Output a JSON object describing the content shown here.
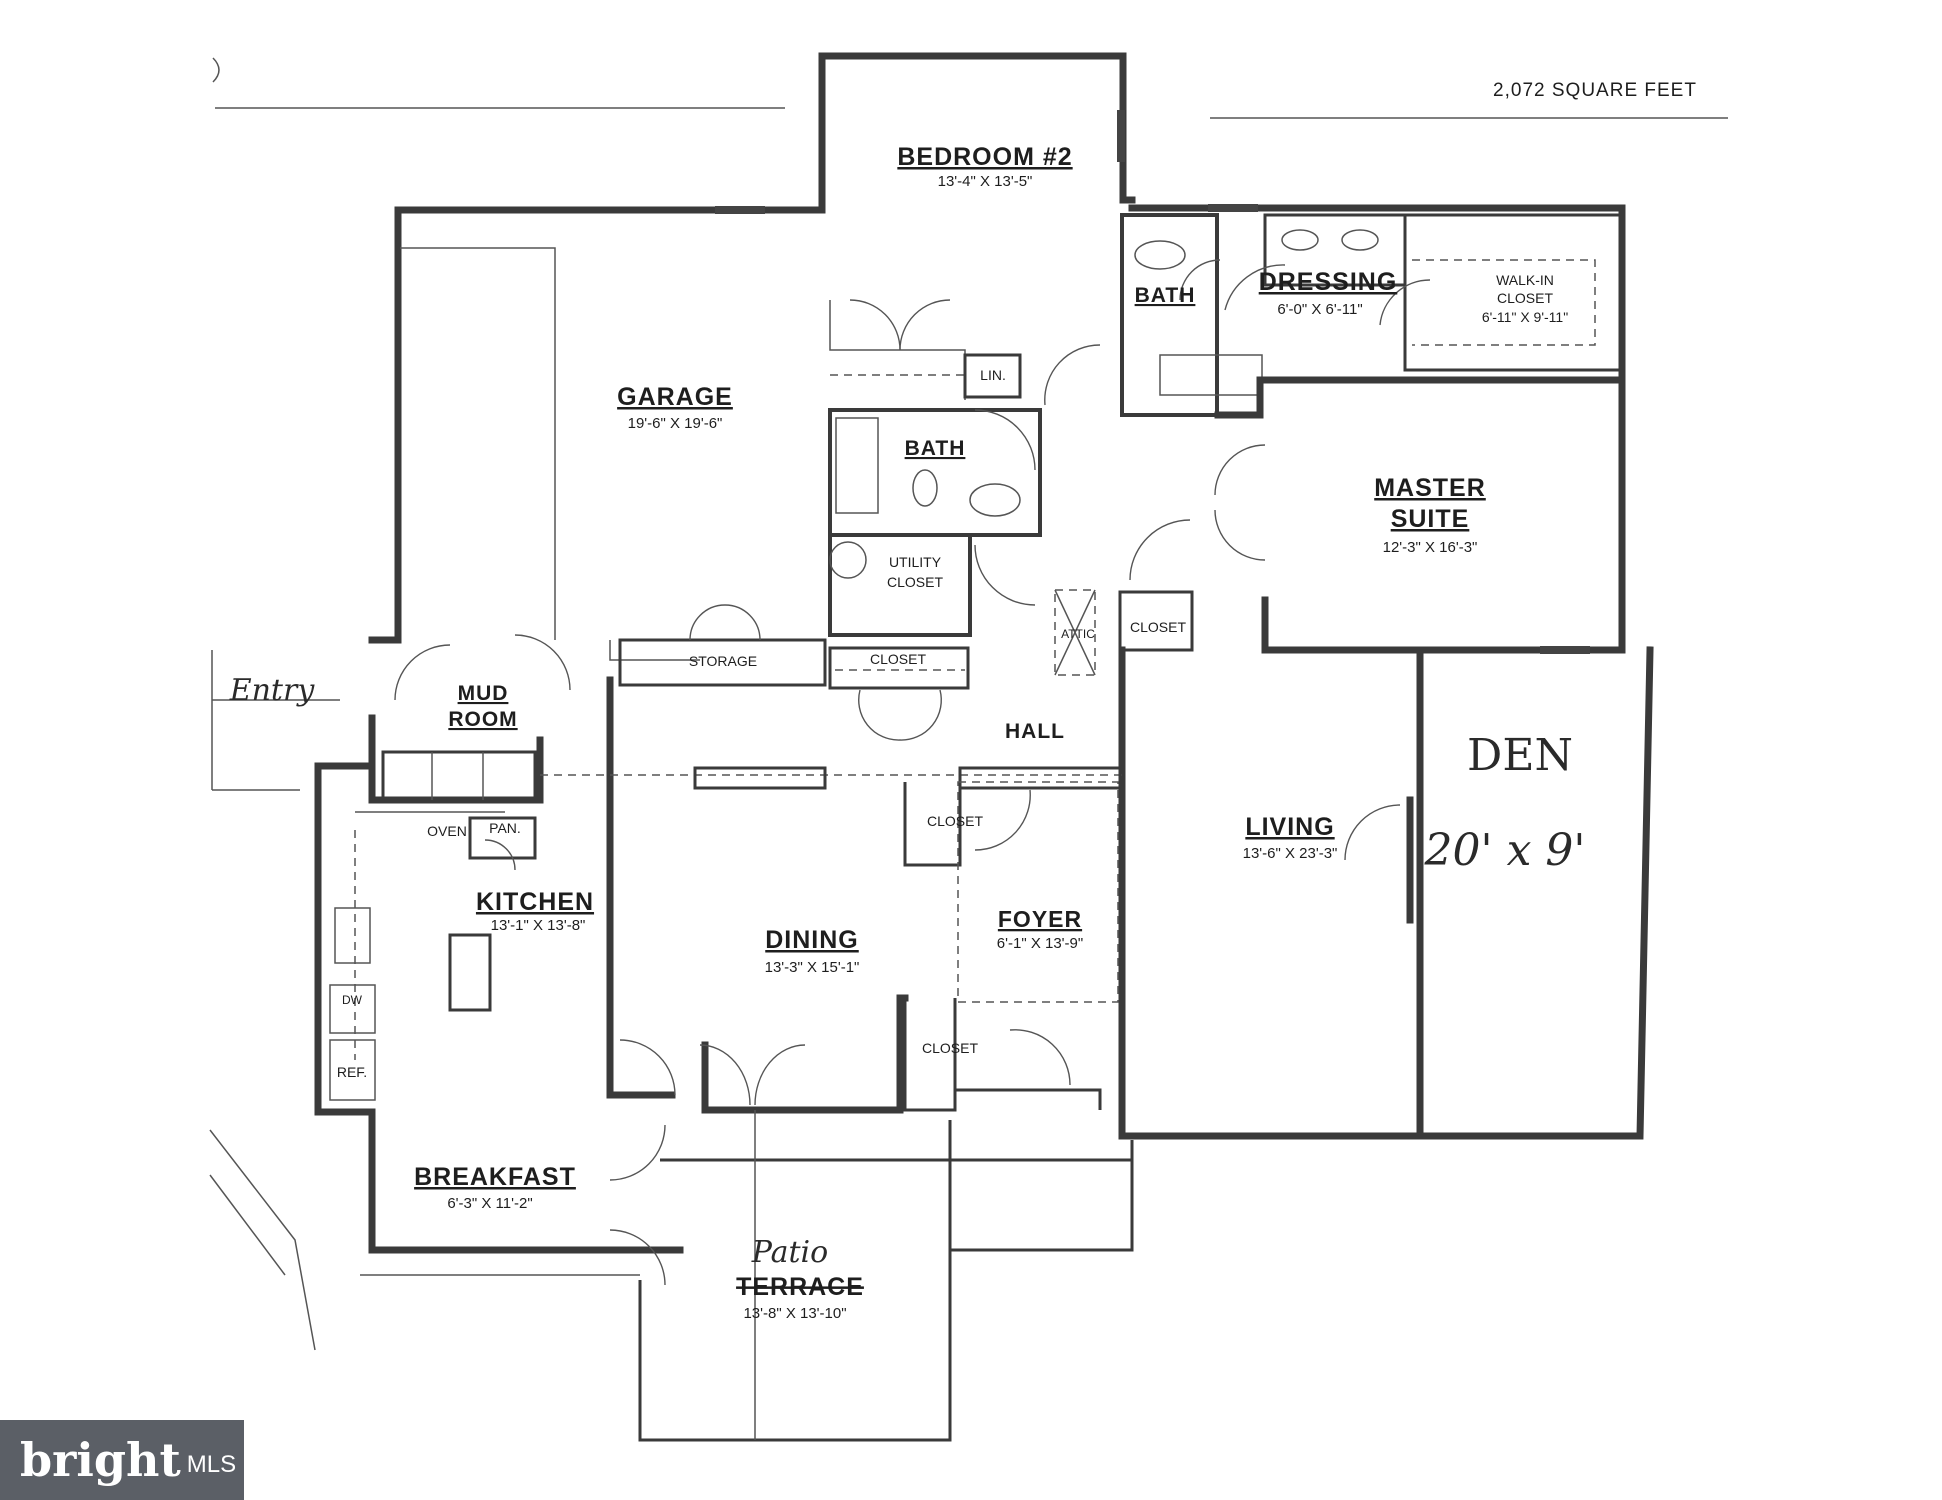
{
  "header": {
    "square_feet": "2,072 SQUARE FEET"
  },
  "rooms": {
    "bedroom2": {
      "name": "BEDROOM #2",
      "dim": "13'-4\" X 13'-5\""
    },
    "garage": {
      "name": "GARAGE",
      "dim": "19'-6\" X 19'-6\""
    },
    "bath_upper": {
      "name": "BATH"
    },
    "dressing": {
      "name": "DRESSING",
      "dim": "6'-0\" X 6'-11\""
    },
    "walkin": {
      "line1": "WALK-IN",
      "line2": "CLOSET",
      "dim": "6'-11\" X 9'-11\""
    },
    "linen": {
      "name": "LIN."
    },
    "bath_center": {
      "name": "BATH"
    },
    "master": {
      "line1": "MASTER",
      "line2": "SUITE",
      "dim": "12'-3\" X 16'-3\""
    },
    "utility": {
      "line1": "UTILITY",
      "line2": "CLOSET"
    },
    "attic": {
      "name": "ATTIC"
    },
    "closet_master": {
      "name": "CLOSET"
    },
    "storage": {
      "name": "STORAGE"
    },
    "closet_hall": {
      "name": "CLOSET"
    },
    "mudroom": {
      "line1": "MUD",
      "line2": "ROOM"
    },
    "hall": {
      "name": "HALL"
    },
    "entry": {
      "name": "Entry"
    },
    "den": {
      "name": "DEN",
      "dim": "20' x 9'"
    },
    "oven": {
      "name": "OVEN"
    },
    "pantry": {
      "name": "PAN."
    },
    "kitchen": {
      "name": "KITCHEN",
      "dim": "13'-1\" X 13'-8\""
    },
    "closet_foyer": {
      "name": "CLOSET"
    },
    "living": {
      "name": "LIVING",
      "dim": "13'-6\" X 23'-3\""
    },
    "foyer": {
      "name": "FOYER",
      "dim": "6'-1\" X 13'-9\""
    },
    "dining": {
      "name": "DINING",
      "dim": "13'-3\" X 15'-1\""
    },
    "dw": {
      "name": "DW"
    },
    "closet_front": {
      "name": "CLOSET"
    },
    "ref": {
      "name": "REF."
    },
    "breakfast": {
      "name": "BREAKFAST",
      "dim": "6'-3\" X 11'-2\""
    },
    "patio": {
      "handwritten": "Patio",
      "name": "TERRACE",
      "dim": "13'-8\" X 13'-10\""
    }
  },
  "logo": {
    "brand": "bright",
    "suffix": "MLS"
  }
}
